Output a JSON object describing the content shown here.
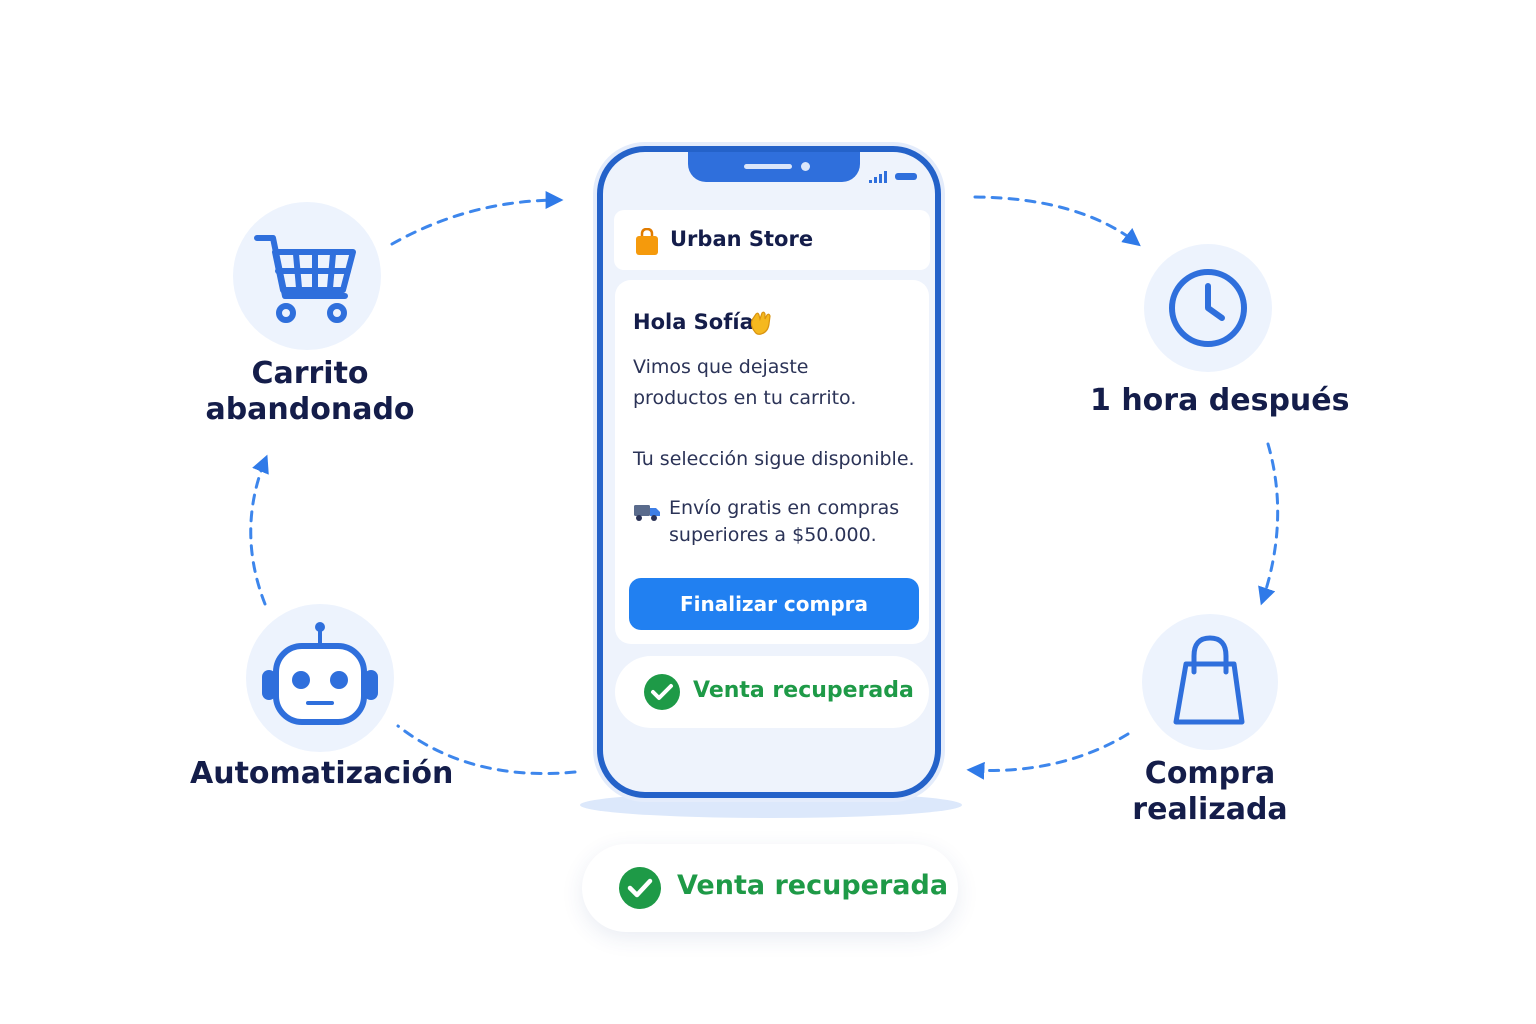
{
  "diagram": {
    "steps": [
      {
        "id": "cart",
        "label_line1": "Carrito",
        "label_line2": "abandonado",
        "icon": "cart-icon"
      },
      {
        "id": "wait",
        "label": "1 hora después",
        "icon": "clock-icon"
      },
      {
        "id": "purchase",
        "label_line1": "Compra",
        "label_line2": "realizada",
        "icon": "shopping-bag-icon"
      },
      {
        "id": "automation",
        "label": "Automatización",
        "icon": "robot-icon"
      }
    ],
    "colors": {
      "accent": "#2180f1",
      "icon_blue": "#2f6fdc",
      "circle_bg": "#edf3fd",
      "success": "#1e9a47",
      "text_dark": "#141d4a"
    }
  },
  "phone": {
    "store": {
      "name": "Urban Store",
      "icon": "shopping-bag-icon"
    },
    "message": {
      "greeting": "Hola Sofía",
      "greeting_icon": "waving-hand-icon",
      "line1": "Vimos que dejaste",
      "line2": "productos en tu carrito.",
      "line3": "Tu selección sigue disponible.",
      "shipping_icon": "truck-icon",
      "shipping_line1": "Envío gratis en compras",
      "shipping_line2": "superiores a $50.000."
    },
    "cta_label": "Finalizar compra",
    "status_label": "Venta recuperada"
  },
  "result_badge": {
    "label": "Venta recuperada",
    "icon": "check-circle-icon"
  }
}
